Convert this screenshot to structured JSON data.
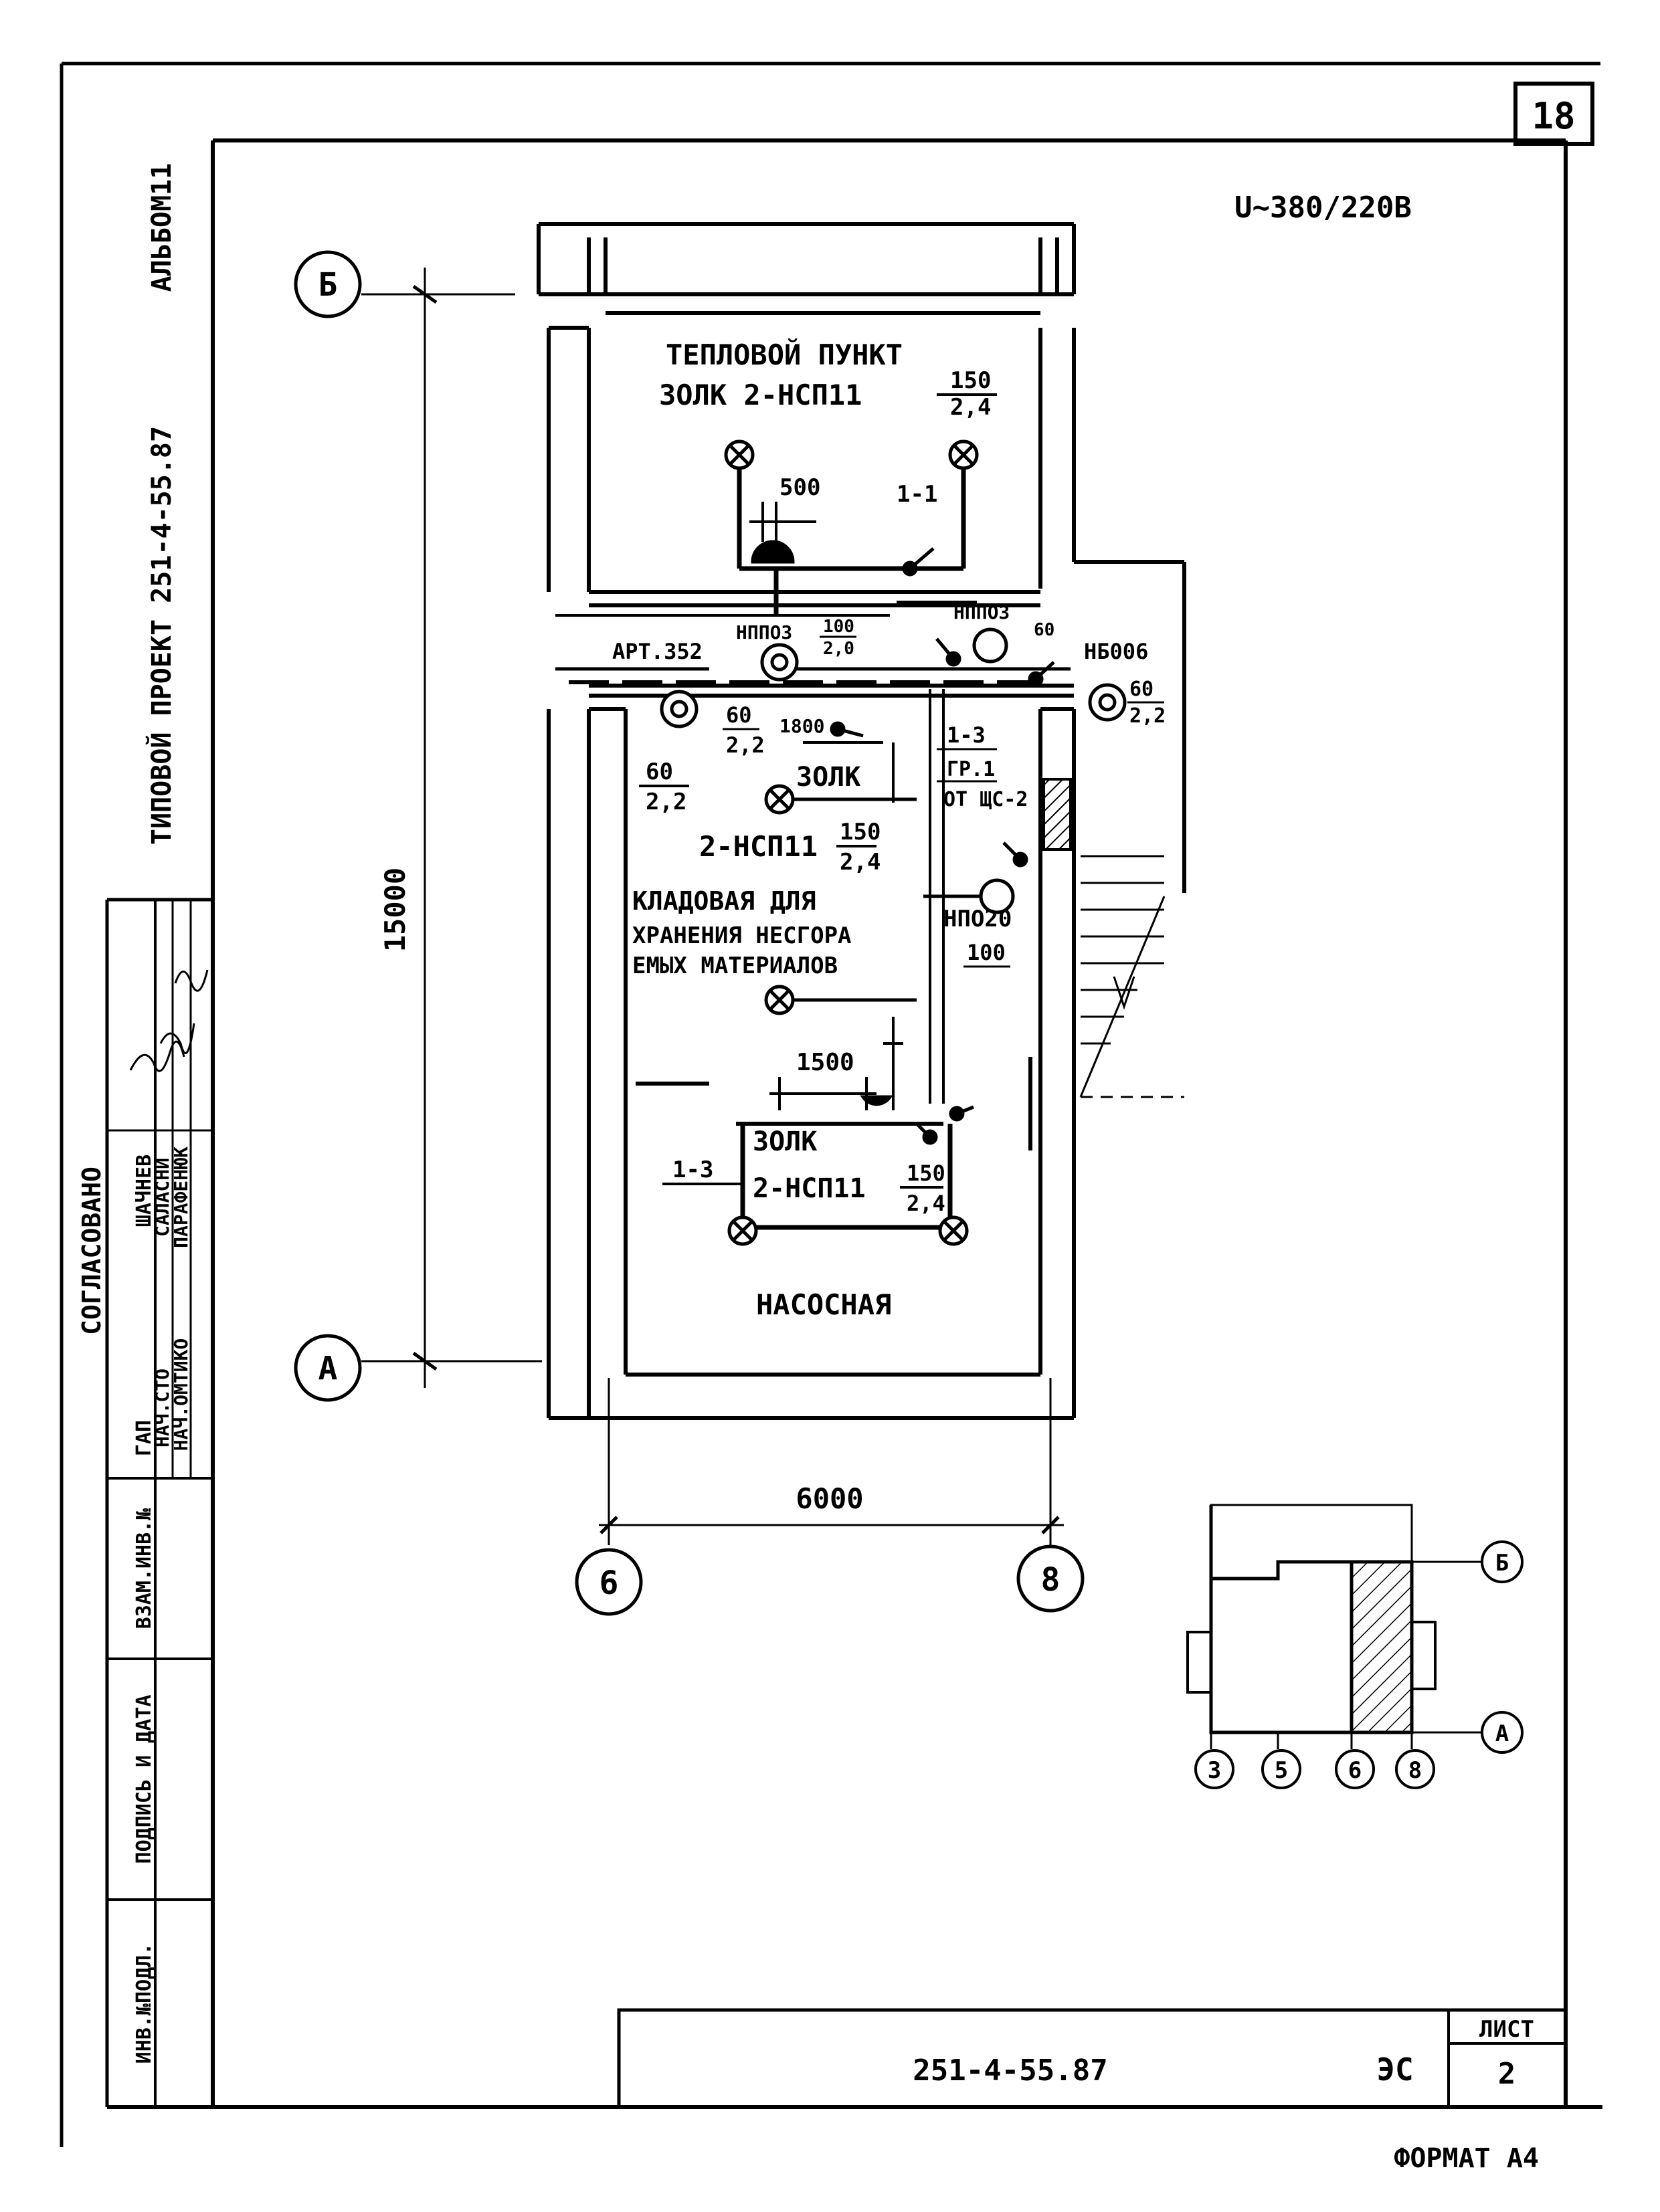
{
  "sheet": {
    "sheet_number": "18",
    "voltage": "U~380/220В",
    "format": "ФОРМАТ А4"
  },
  "left_margin": {
    "album": "АЛЬБОМ11",
    "project": "ТИПОВОЙ ПРОЕКТ   251-4-55.87",
    "approval": {
      "title": "СОГЛАСОВАНО",
      "rows": [
        {
          "role": "ГАП",
          "name": "ШАЧНЕВ"
        },
        {
          "role": "НАЧ.СТО",
          "name": "САЛАСНИ"
        },
        {
          "role": "НАЧ.ОМТИКО",
          "name": "ПАРАФЕНЮК"
        }
      ]
    },
    "fields": [
      "ВЗАМ.ИНВ.№",
      "ПОДПИСЬ И ДАТА",
      "ИНВ.№ПОДЛ."
    ]
  },
  "title_block": {
    "code": "251-4-55.87",
    "section": "ЭС",
    "list_label": "ЛИСТ",
    "list_number": "2"
  },
  "plan": {
    "axes": {
      "b": "Б",
      "a": "А",
      "six": "6",
      "eight": "8"
    },
    "dimensions": {
      "vertical": "15000",
      "horizontal": "6000"
    },
    "heat_point": {
      "name": "ТЕПЛОВОЙ ПУНКТ",
      "lamp_line": "ЗОЛК  2-НСП11",
      "power": "150",
      "height": "2,4",
      "dim_500": "500",
      "circuit": "1-1"
    },
    "corridor": {
      "art": "АРТ.352",
      "nppo3_a": "НППОЗ",
      "nppo3_a_power": "100",
      "nppo3_a_height": "2,0",
      "nppo3_b": "НППОЗ",
      "nppo3_b_power": "60",
      "nb": "НБ006",
      "nb_power": "60",
      "nb_height": "2,2",
      "left_power": "60",
      "left_height": "2,2",
      "mid_power": "60",
      "mid_height": "2,2",
      "dim_1800": "1800",
      "circuit": "1-3",
      "group": "ГР.1",
      "panel": "ОТ ЩС-2"
    },
    "storage": {
      "lamp_count": "ЗОЛК",
      "lamp_type": "2-НСП11",
      "power": "150",
      "height": "2,4",
      "name_line1": "КЛАДОВАЯ ДЛЯ",
      "name_line2": "ХРАНЕНИЯ НЕСГОРА",
      "name_line3": "ЕМЫХ МАТЕРИАЛОВ",
      "npp": "НПО20",
      "npp_power": "100"
    },
    "pump": {
      "dim_1500": "1500",
      "lamp_count": "ЗОЛК",
      "lamp_type": "2-НСП11",
      "power": "150",
      "height": "2,4",
      "circuit": "1-3",
      "name": "НАСОСНАЯ"
    }
  },
  "key_plan": {
    "axis_b": "Б",
    "axis_a": "А",
    "axes": [
      "3",
      "5",
      "6",
      "8"
    ]
  }
}
